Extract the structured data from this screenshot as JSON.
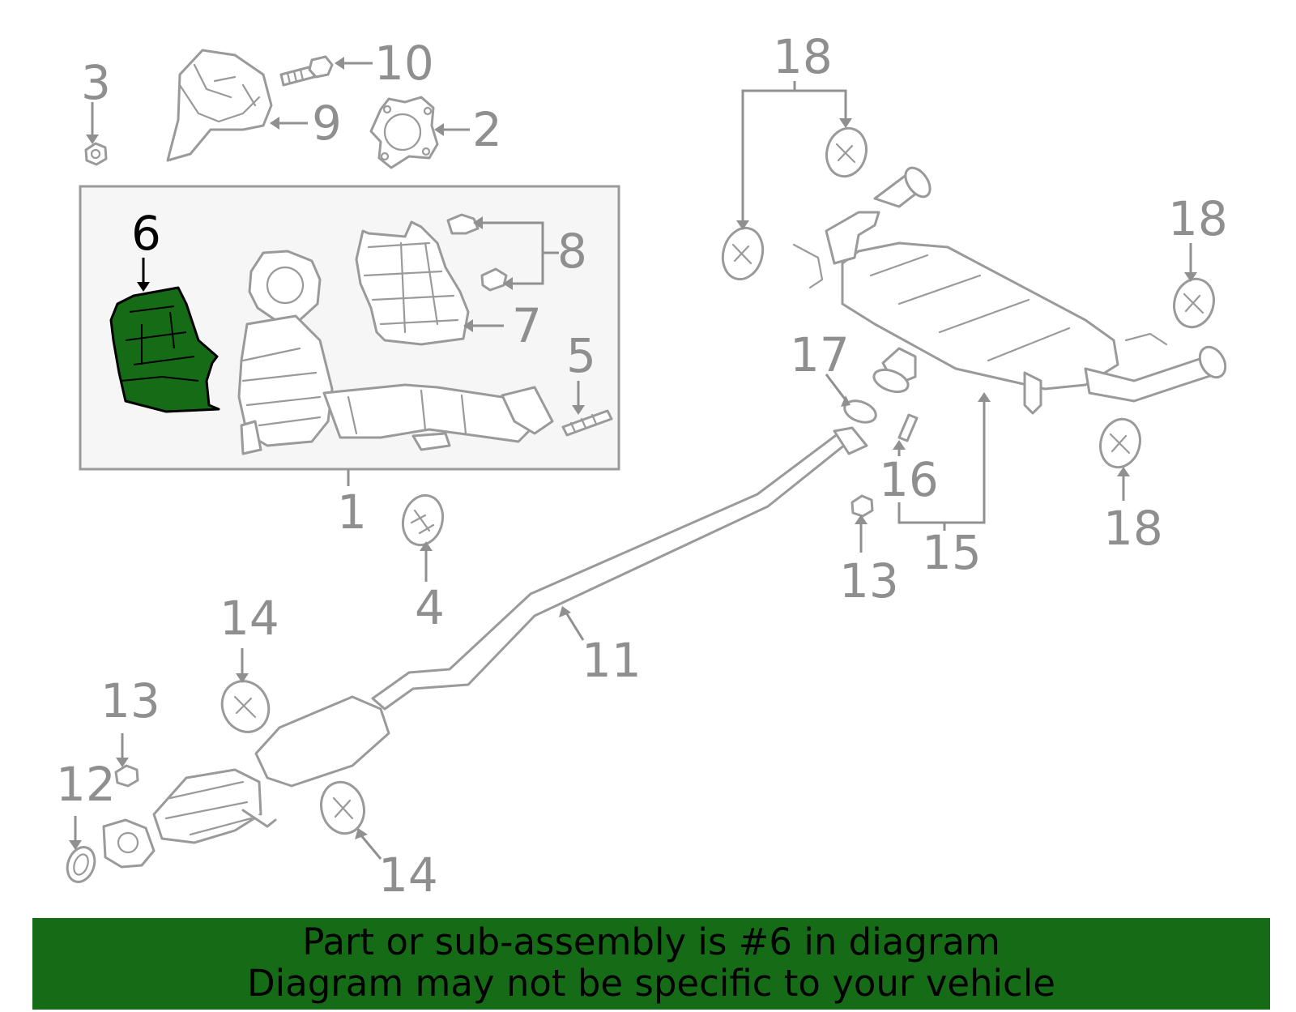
{
  "diagram": {
    "callouts": [
      {
        "id": "1",
        "label": "1"
      },
      {
        "id": "2",
        "label": "2"
      },
      {
        "id": "3",
        "label": "3"
      },
      {
        "id": "4",
        "label": "4"
      },
      {
        "id": "5",
        "label": "5"
      },
      {
        "id": "6",
        "label": "6",
        "highlighted": true
      },
      {
        "id": "7",
        "label": "7"
      },
      {
        "id": "8",
        "label": "8"
      },
      {
        "id": "9",
        "label": "9"
      },
      {
        "id": "10",
        "label": "10"
      },
      {
        "id": "11",
        "label": "11"
      },
      {
        "id": "12",
        "label": "12"
      },
      {
        "id": "13a",
        "label": "13"
      },
      {
        "id": "13b",
        "label": "13"
      },
      {
        "id": "14a",
        "label": "14"
      },
      {
        "id": "14b",
        "label": "14"
      },
      {
        "id": "15",
        "label": "15"
      },
      {
        "id": "16",
        "label": "16"
      },
      {
        "id": "17",
        "label": "17"
      },
      {
        "id": "18a",
        "label": "18"
      },
      {
        "id": "18b",
        "label": "18"
      },
      {
        "id": "18c",
        "label": "18"
      }
    ],
    "highlight_color": "#166c16",
    "line_color": "#9a9a9a"
  },
  "banner": {
    "line1": "Part or sub-assembly is #6 in diagram",
    "line2": "Diagram may not be specific to your vehicle",
    "background": "#166c16"
  }
}
